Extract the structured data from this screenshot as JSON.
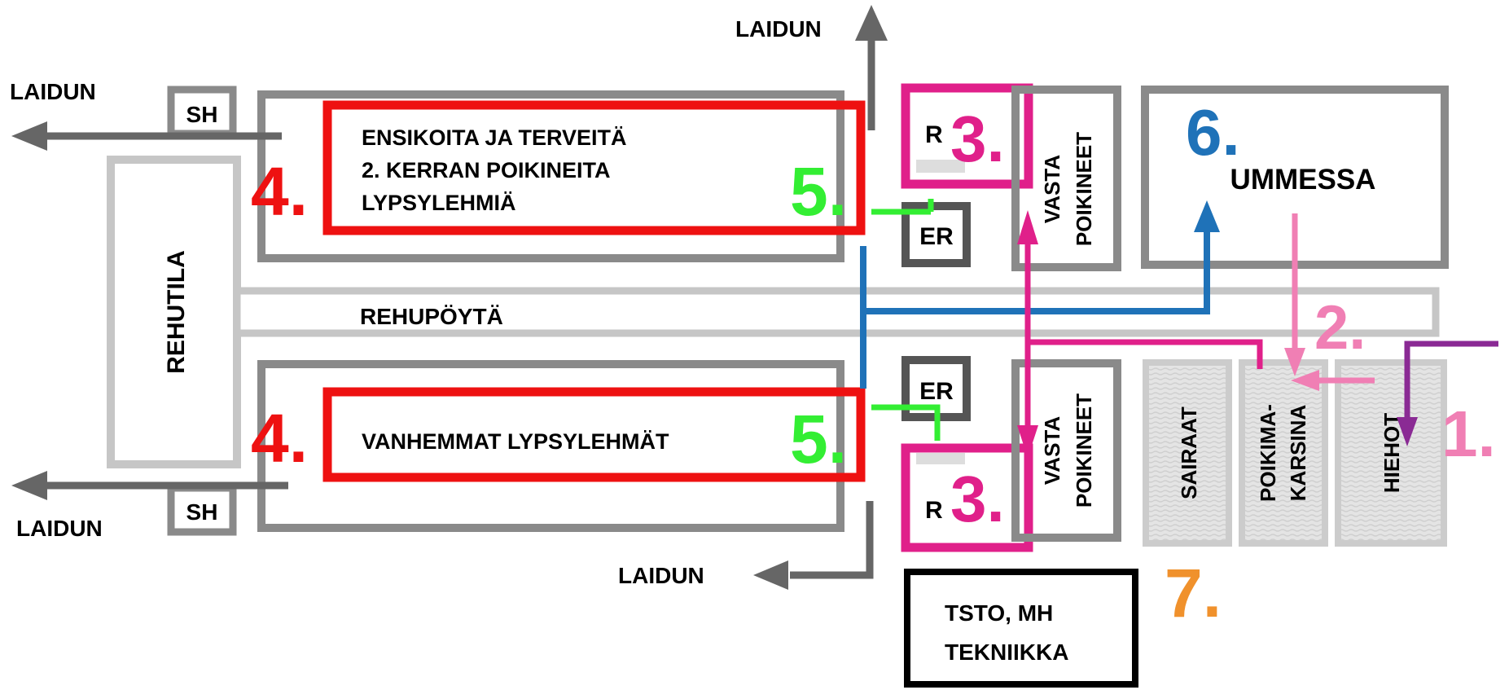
{
  "colors": {
    "dark_gray": "#666666",
    "mid_gray": "#8a8a8a",
    "light_gray": "#c6c6c6",
    "red": "#ee1111",
    "magenta": "#e0208a",
    "pink": "#f07fb4",
    "purple": "#8a2a94",
    "blue": "#1f72b8",
    "green": "#33ee33",
    "orange": "#f0912c",
    "black": "#000000"
  },
  "labels": {
    "laidun_top": "LAIDUN",
    "laidun_left_top": "LAIDUN",
    "laidun_left_bottom": "LAIDUN",
    "laidun_bottom": "LAIDUN",
    "sh_top": "SH",
    "sh_bottom": "SH",
    "rehutila": "REHUTILA",
    "rehupoyta": "REHUPÖYTÄ",
    "ensikoita_line1": "ENSIKOITA JA TERVEITÄ",
    "ensikoita_line2": "2. KERRAN POIKINEITA",
    "ensikoita_line3": "LYPSYLEHMIÄ",
    "vanhemmat": "VANHEMMAT LYPSYLEHMÄT",
    "r_top": "R",
    "r_bottom": "R",
    "er_top": "ER",
    "er_bottom": "ER",
    "vasta_top_line1": "VASTA",
    "vasta_top_line2": "POIKINEET",
    "vasta_bottom_line1": "VASTA",
    "vasta_bottom_line2": "POIKINEET",
    "ummessa": "UMMESSA",
    "sairaat": "SAIRAAT",
    "poikima_line1": "POIKIMA-",
    "poikima_line2": "KARSINA",
    "hiehot": "HIEHOT",
    "tsto_line1": "TSTO, MH",
    "tsto_line2": "TEKNIIKKA"
  },
  "numbers": {
    "n1": "1.",
    "n2": "2.",
    "n3_top": "3.",
    "n3_bottom": "3.",
    "n4_top": "4.",
    "n4_bottom": "4.",
    "n5_top": "5.",
    "n5_bottom": "5.",
    "n6": "6.",
    "n7": "7."
  }
}
